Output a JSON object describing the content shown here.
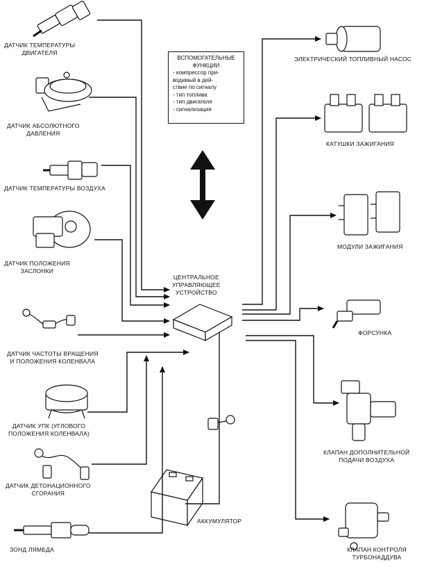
{
  "sensors": {
    "engine_temp": [
      "ДАТЧИК ТЕМПЕРАТУРЫ",
      "ДВИГАТЕЛЯ"
    ],
    "abs_pressure": [
      "ДАТЧИК АБСОЛЮТНОГО",
      "ДАВЛЕНИЯ"
    ],
    "air_temp": [
      "ДАТЧИК ТЕМПЕРАТУРЫ ВОЗДУХА"
    ],
    "throttle": [
      "ДАТЧИК ПОЛОЖЕНИЯ",
      "ЗАСЛОНКИ"
    ],
    "crank_speed": [
      "ДАТЧИК ЧАСТОТЫ ВРАЩЕНИЯ",
      "И ПОЛОЖЕНИЯ КОЛЕНВАЛА"
    ],
    "crank_angle": [
      "ДАТЧИК УПК (УГЛОВОГО",
      "ПОЛОЖЕНИЯ КОЛЕНВАЛА)"
    ],
    "knock": [
      "ДАТЧИК ДЕТОНАЦИОННОГО",
      "СГОРАНИЯ"
    ],
    "lambda": [
      "ЗОНД ЛЯМБДА"
    ]
  },
  "auxiliary": {
    "title": [
      "ВСПОМОГАТЕЛЬНЫЕ",
      "ФУНКЦИИ"
    ],
    "items": [
      "- компрессор при-",
      "водимый в дей-",
      "ствие по сигналу",
      "- тип топлива",
      "- тип двигателя",
      "- сигнализация"
    ]
  },
  "central_unit": [
    "ЦЕНТРАЛЬНОЕ",
    "УПРАВЛЯЮЩЕЕ",
    "УСТРОЙСТВО"
  ],
  "battery": [
    "АККУМУЛЯТОР"
  ],
  "actuators": {
    "fuel_pump": [
      "ЭЛЕКТРИЧЕСКИЙ ТОПЛИВНЫЙ НАСОС"
    ],
    "ignition_coils": [
      "КАТУШКИ ЗАЖИГАНИЯ"
    ],
    "ignition_modules": [
      "МОДУЛИ ЗАЖИГАНИЯ"
    ],
    "injector": [
      "ФОРСУНКА"
    ],
    "idle_air_valve": [
      "КЛАПАН ДОПОЛНИТЕЛЬНОЙ",
      "ПОДАЧИ ВОЗДУХА"
    ],
    "turbo_valve": [
      "КЛАПАН КОНТРОЛЯ",
      "ТУРБОНАДДУВА"
    ]
  }
}
